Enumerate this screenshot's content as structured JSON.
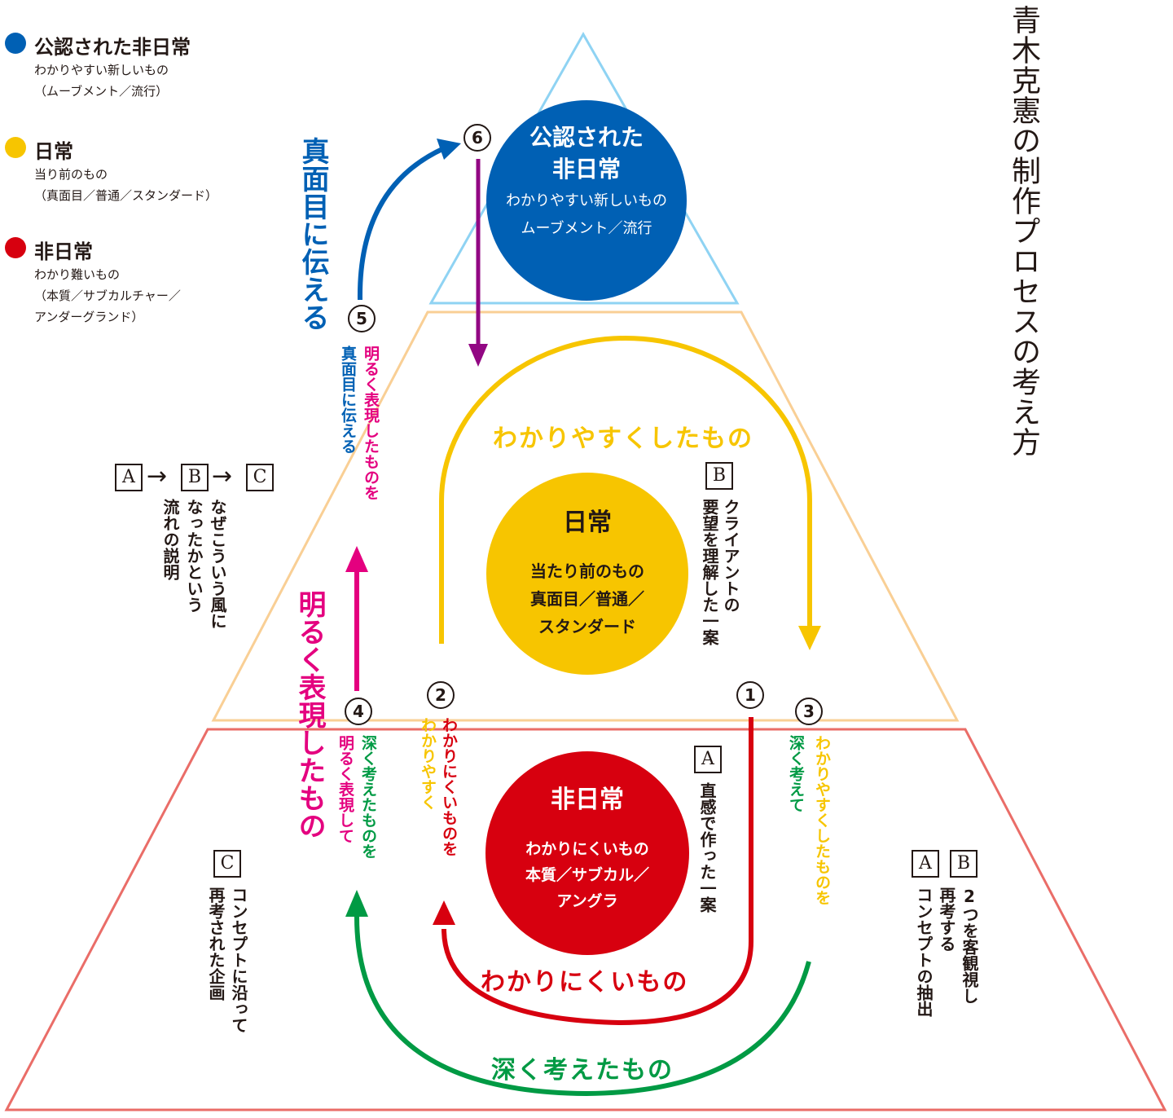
{
  "title": "青木克憲の制作プロセスの考え方",
  "colors": {
    "blue": "#0060b4",
    "yellow": "#f7c500",
    "red": "#d7000f",
    "green": "#009a44",
    "magenta": "#e4007f",
    "purple": "#920783",
    "pink_outline": "#ea6d68",
    "peach_outline": "#f9cf95",
    "sky_outline": "#8fd3f3"
  },
  "legend": [
    {
      "title": "公認された非日常",
      "lines": [
        "わかりやすい新しいもの",
        "（ムーブメント／流行）"
      ]
    },
    {
      "title": "日常",
      "lines": [
        "当り前のもの",
        "（真面目／普通／スタンダード）"
      ]
    },
    {
      "title": "非日常",
      "lines": [
        "わかり難いもの",
        "（本質／サブカルチャー／",
        "アンダーグランド）"
      ]
    }
  ],
  "circles": {
    "top": {
      "title1": "公認された",
      "title2": "非日常",
      "sub1": "わかりやすい新しいもの",
      "sub2": "ムーブメント／流行"
    },
    "middle": {
      "title": "日常",
      "sub1": "当たり前のもの",
      "sub2": "真面目／普通／",
      "sub3": "スタンダード"
    },
    "bottom": {
      "title": "非日常",
      "sub1": "わかりにくいもの",
      "sub2": "本質／サブカル／",
      "sub3": "アングラ"
    }
  },
  "numbers": [
    "1",
    "2",
    "3",
    "4",
    "5",
    "6"
  ],
  "arrow_labels": {
    "yellow": "わかりやすくしたもの",
    "red": "わかりにくいもの",
    "green": "深く考えたもの",
    "magenta": "明るく表現したもの",
    "blue": "真面目に伝える"
  },
  "step_labels": {
    "s2_red": "わかりにくいものを",
    "s2_yellow": "わかりやすく",
    "s3_yellow": "わかりやすくしたものを",
    "s3_green": "深く考えて",
    "s4_green": "深く考えたものを",
    "s4_magenta": "明るく表現して",
    "s5_magenta": "明るく表現したものを",
    "s5_blue": "真面目に伝える"
  },
  "boxes": {
    "a": "A",
    "b": "B",
    "c": "C"
  },
  "notes": {
    "flow_col1": "なぜこういう風に",
    "flow_col2": "なったかという",
    "flow_col3": "流れの説明",
    "b_col1": "クライアントの",
    "b_col2": "要望を理解した一案",
    "a_col1": "直感で作った一案",
    "c_col1": "コンセプトに沿って",
    "c_col2": "再考された企画",
    "ab_col1": "2つを客観視し",
    "ab_col2": "再考する",
    "ab_col3": "コンセプトの抽出"
  },
  "arrow_glyph": "→"
}
